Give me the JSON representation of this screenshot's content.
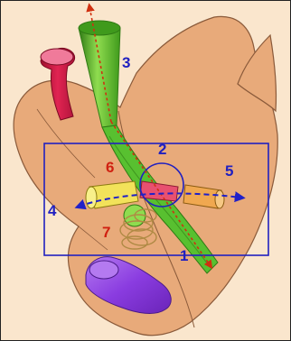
{
  "diagram": {
    "labels": {
      "l1": "1",
      "l2": "2",
      "l3": "3",
      "l4": "4",
      "l5": "5",
      "l6": "6",
      "l7": "7"
    },
    "colors": {
      "background": "#fae6cd",
      "organ": "#e8aa7a",
      "organ_outline": "#8a5a3a",
      "green_tube": "#58c030",
      "green_tube_dark": "#2f7a14",
      "green_tube_light": "#8fdc4f",
      "crimson_tube": "#d81c4a",
      "crimson_tube_light": "#f07a9a",
      "yellow_tube": "#f2e25a",
      "orange_tube": "#f0a850",
      "pink_tube": "#e85070",
      "purple_shape": "#8a3ce0",
      "purple_shape_light": "#b47af0",
      "coil": "#c8a05a",
      "box_outline": "#2020c0",
      "arrow_blue": "#2020c8",
      "arrow_red": "#d03010",
      "label_blue": "#2020c0",
      "label_red": "#d02010"
    }
  }
}
